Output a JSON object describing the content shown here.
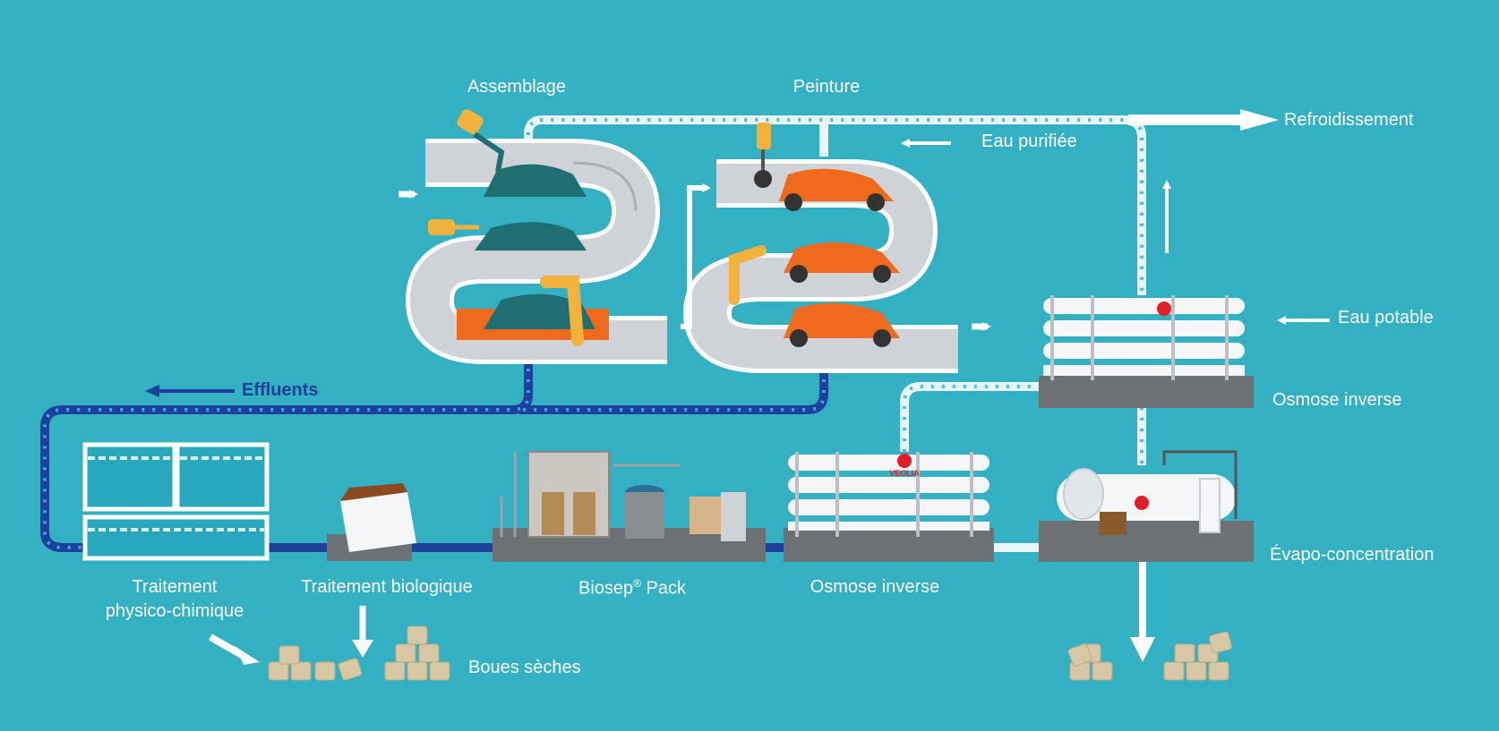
{
  "labels": {
    "assemblage": "Assemblage",
    "peinture": "Peinture",
    "refroidissement": "Refroidissement",
    "eau_purifiee": "Eau purifiée",
    "eau_potable": "Eau potable",
    "osmose_inverse_top": "Osmose inverse",
    "effluents": "Effluents",
    "traitement_physico_line1": "Traitement",
    "traitement_physico_line2": "physico-chimique",
    "traitement_biologique": "Traitement biologique",
    "biosep_name": "Biosep",
    "biosep_mark": "®",
    "biosep_suffix": " Pack",
    "osmose_inverse_bottom": "Osmose inverse",
    "evapo_concentration": "Évapo-concentration",
    "boues_seches": "Boues sèches",
    "brand": "VEOLIA"
  },
  "colors": {
    "background": "#33b1c2",
    "effluent_pipe": "#1e3f9a",
    "purified_pipe": "#e8f6fb",
    "track": "#cfd3d8",
    "car_teal": "#1f6e72",
    "car_orange": "#ef6a1c",
    "robot_yellow": "#f3b23c",
    "tank_water": "#2aa8bd",
    "sludge_block": "#d8c7a4",
    "equipment_white": "#f4f6f8",
    "base_gray": "#6d7174"
  }
}
